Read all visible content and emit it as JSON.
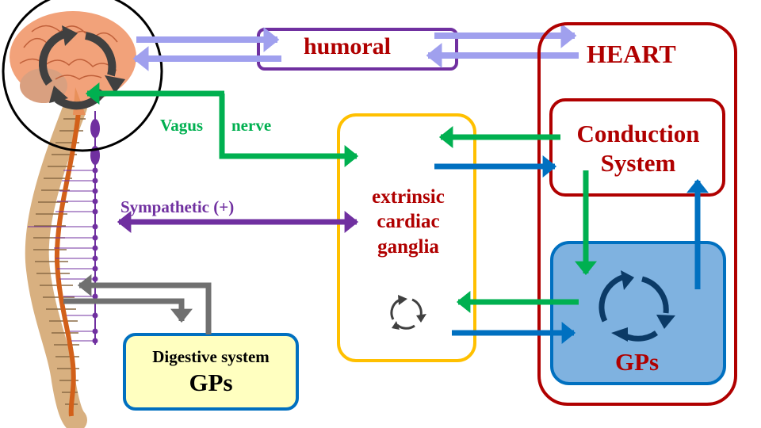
{
  "colors": {
    "humoral_arrow": "#a0a0ee",
    "humoral_box": "#7030a0",
    "heart_red": "#b00000",
    "vagus_green": "#00b050",
    "sympathetic_purple": "#7030a0",
    "efferent_blue": "#0070c0",
    "ganglia_yellow": "#ffc000",
    "gps_fill": "#7fb2e0",
    "digestive_fill": "#ffffc0",
    "gray_arrow": "#707070",
    "cycle_dark": "#404040",
    "cycle_navy": "#0b3a66"
  },
  "labels": {
    "humoral": "humoral",
    "heart": "HEART",
    "conduction_line1": "Conduction",
    "conduction_line2": "System",
    "gps": "GPs",
    "vagus_left": "Vagus",
    "vagus_right": "nerve",
    "sympathetic": "Sympathetic (+)",
    "ganglia_line1": "extrinsic",
    "ganglia_line2": "cardiac",
    "ganglia_line3": "ganglia",
    "digestive_line1": "Digestive system",
    "digestive_line2": "GPs"
  },
  "icons": {
    "brain": "brain-illustration",
    "spine": "spinal-column-illustration",
    "cycle": "circular-arrows-cycle"
  }
}
